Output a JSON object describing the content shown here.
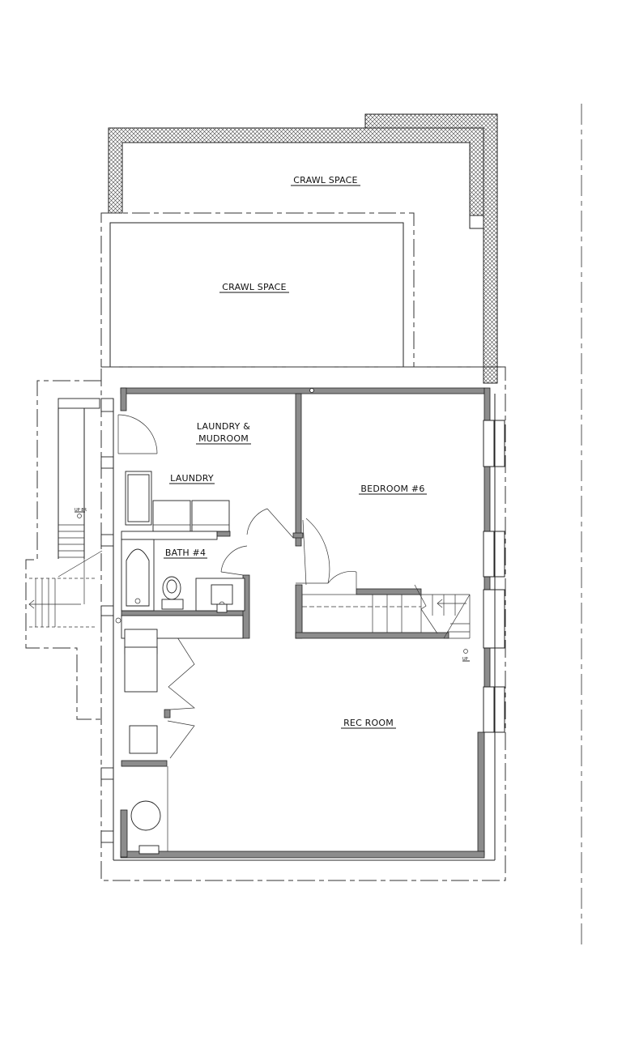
{
  "plan": {
    "rooms": {
      "crawl_space_upper": "CRAWL SPACE",
      "crawl_space_lower": "CRAWL SPACE",
      "laundry_mudroom_line1": "LAUNDRY &",
      "laundry_mudroom_line2": "MUDROOM",
      "laundry": "LAUNDRY",
      "bedroom": "BEDROOM #6",
      "bath": "BATH #4",
      "rec_room": "REC ROOM"
    },
    "stair_labels": {
      "left_stair": "UP 8R",
      "right_stair": "UP"
    }
  }
}
